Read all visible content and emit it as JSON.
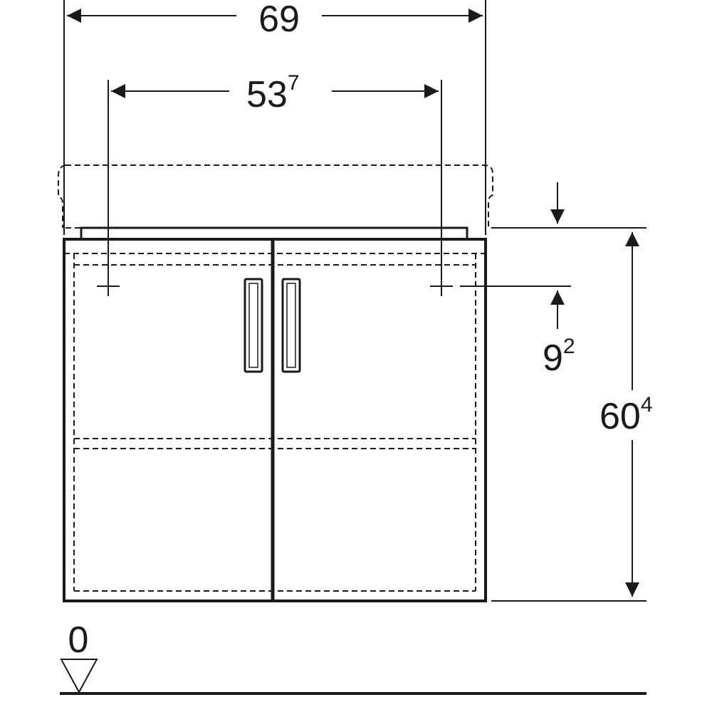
{
  "dimensions": {
    "overall_width": {
      "main": "69",
      "sup": ""
    },
    "drain_spacing": {
      "main": "53",
      "sup": "7"
    },
    "drain_height": {
      "main": "9",
      "sup": "2"
    },
    "cabinet_height": {
      "main": "60",
      "sup": "4"
    }
  },
  "floor_level": {
    "label": "0"
  },
  "colors": {
    "line": "#1a1a1a",
    "background": "#ffffff"
  }
}
